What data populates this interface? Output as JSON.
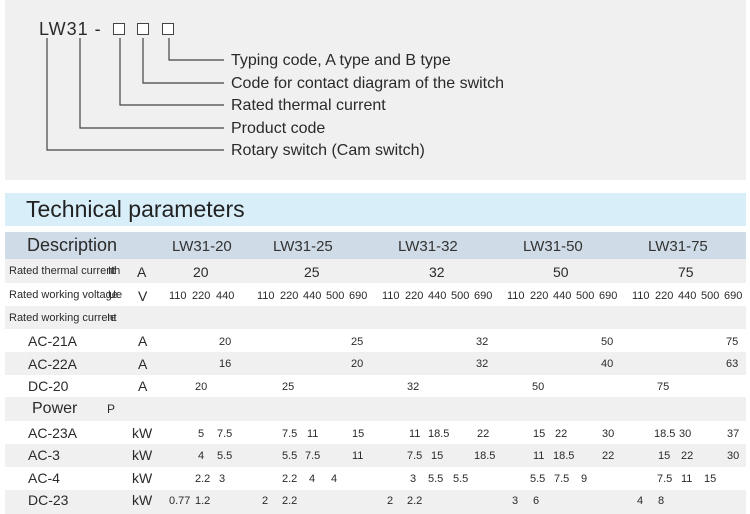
{
  "code": {
    "prefix": "LW31 -",
    "labels": [
      "Typing code, A type and B type",
      "Code for contact diagram of the switch",
      "Rated thermal current",
      "Product code",
      "Rotary switch (Cam switch)"
    ]
  },
  "section_title": "Technical parameters",
  "table": {
    "description_label": "Description",
    "models": [
      "LW31-20",
      "LW31-25",
      "LW31-32",
      "LW31-50",
      "LW31-75"
    ],
    "thermal": {
      "label": "Rated thermal current",
      "symbol": "Ith",
      "unit": "A",
      "values": [
        "20",
        "25",
        "32",
        "50",
        "75"
      ]
    },
    "voltage": {
      "label": "Rated working voltage",
      "symbol": "Ue",
      "unit": "V",
      "values": [
        [
          "110",
          "220",
          "440"
        ],
        [
          "110",
          "220",
          "440",
          "500",
          "690"
        ],
        [
          "110",
          "220",
          "440",
          "500",
          "690"
        ],
        [
          "110",
          "220",
          "440",
          "500",
          "690"
        ],
        [
          "110",
          "220",
          "440",
          "500",
          "690"
        ]
      ]
    },
    "current_label": "Rated working current",
    "current_symbol": "Ie",
    "current_rows": [
      {
        "name": "AC-21A",
        "unit": "A",
        "values": [
          "20",
          "25",
          "32",
          "50",
          "75"
        ]
      },
      {
        "name": "AC-22A",
        "unit": "A",
        "values": [
          "16",
          "20",
          "32",
          "40",
          "63"
        ]
      },
      {
        "name": "DC-20",
        "unit": "A",
        "values": [
          "20",
          "25",
          "32",
          "50",
          "75"
        ]
      }
    ],
    "power_label": "Power",
    "power_symbol": "P",
    "power_rows": [
      {
        "name": "AC-23A",
        "unit": "kW",
        "values": [
          [
            "5",
            "7.5"
          ],
          [
            "7.5",
            "11",
            "15"
          ],
          [
            "11",
            "18.5",
            "22"
          ],
          [
            "15",
            "22",
            "30"
          ],
          [
            "18.5",
            "30",
            "37"
          ]
        ]
      },
      {
        "name": "AC-3",
        "unit": "kW",
        "values": [
          [
            "4",
            "5.5"
          ],
          [
            "5.5",
            "7.5",
            "11"
          ],
          [
            "7.5",
            "15",
            "18.5"
          ],
          [
            "11",
            "18.5",
            "22"
          ],
          [
            "15",
            "22",
            "30"
          ]
        ]
      },
      {
        "name": "AC-4",
        "unit": "kW",
        "values": [
          [
            "2.2",
            "3"
          ],
          [
            "2.2",
            "4",
            "4"
          ],
          [
            "3",
            "5.5",
            "5.5"
          ],
          [
            "5.5",
            "7.5",
            "9"
          ],
          [
            "7.5",
            "11",
            "15"
          ]
        ]
      },
      {
        "name": "DC-23",
        "unit": "kW",
        "values": [
          [
            "0.77",
            "1.2"
          ],
          [
            "2",
            "2.2"
          ],
          [
            "2",
            "2.2"
          ],
          [
            "3",
            "6"
          ],
          [
            "4",
            "8"
          ]
        ]
      }
    ]
  }
}
